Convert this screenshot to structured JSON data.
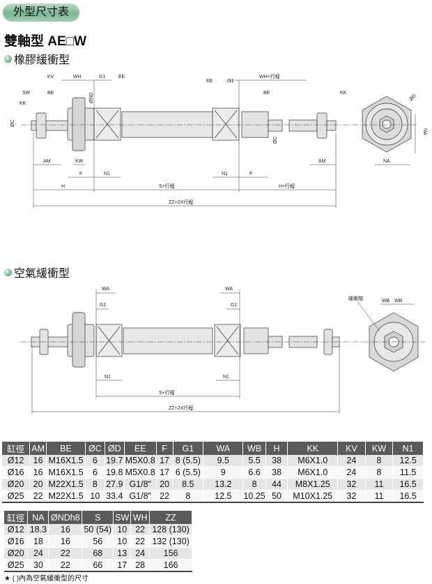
{
  "badge": "外型尺寸表",
  "title": "雙軸型 AE□W",
  "section1": "橡膠緩衝型",
  "section2": "空氣緩衝型",
  "drawing1": {
    "labels": [
      "KV",
      "WH",
      "G1",
      "EE",
      "SW",
      "BE",
      "KK",
      "ØC",
      "ØND",
      "EE",
      "G1",
      "WH+行程",
      "BE",
      "KK",
      "ØC",
      "AM",
      "KW",
      "F",
      "N1",
      "N1",
      "F",
      "AM",
      "H",
      "S+行程",
      "H+行程",
      "ZZ+2X行程",
      "ØD",
      "NA",
      "NA"
    ]
  },
  "drawing2": {
    "labels": [
      "WA",
      "G1",
      "WA",
      "G1",
      "N1",
      "N1",
      "S+行程",
      "ZZ+2X行程",
      "緩衝閥",
      "WB",
      "WB"
    ]
  },
  "table1": {
    "headers": [
      "缸徑",
      "AM",
      "BE",
      "ØC",
      "ØD",
      "EE",
      "F",
      "G1",
      "WA",
      "WB",
      "H",
      "KK",
      "KV",
      "KW",
      "N1"
    ],
    "rows": [
      [
        "Ø12",
        "16",
        "M16X1.5",
        "6",
        "19.7",
        "M5X0.8",
        "17",
        "8 (5.5)",
        "9.5",
        "5.5",
        "38",
        "M6X1.0",
        "24",
        "8",
        "12.5"
      ],
      [
        "Ø16",
        "16",
        "M16X1.5",
        "6",
        "19.8",
        "M5X0.8",
        "17",
        "6 (5.5)",
        "9",
        "6.6",
        "38",
        "M6X1.0",
        "24",
        "8",
        "11.5"
      ],
      [
        "Ø20",
        "20",
        "M22X1.5",
        "8",
        "27.9",
        "G1/8\"",
        "20",
        "8.5",
        "13.2",
        "8",
        "44",
        "M8X1.25",
        "32",
        "11",
        "16.5"
      ],
      [
        "Ø25",
        "22",
        "M22X1.5",
        "10",
        "33.4",
        "G1/8\"",
        "22",
        "8",
        "12.5",
        "10.25",
        "50",
        "M10X1.25",
        "32",
        "11",
        "16.5"
      ]
    ]
  },
  "table2": {
    "headers": [
      "缸徑",
      "NA",
      "ØNDh8",
      "S",
      "SW",
      "WH",
      "ZZ"
    ],
    "rows": [
      [
        "Ø12",
        "18.3",
        "16",
        "50 (54)",
        "10",
        "22",
        "128 (130)"
      ],
      [
        "Ø16",
        "18",
        "16",
        "56",
        "10",
        "22",
        "132 (130)"
      ],
      [
        "Ø20",
        "24",
        "22",
        "68",
        "13",
        "24",
        "156"
      ],
      [
        "Ø25",
        "30",
        "22",
        "66",
        "17",
        "28",
        "166"
      ]
    ]
  },
  "note": "★ ( )內為空氣緩衝型的尺寸"
}
